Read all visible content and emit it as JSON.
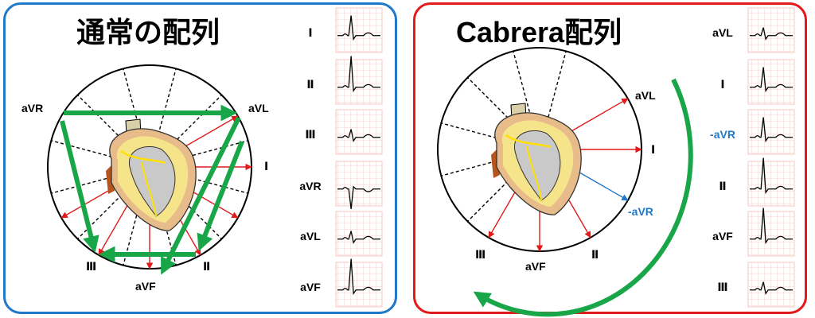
{
  "colors": {
    "left_border": "#1f78c8",
    "right_border": "#e21a1a",
    "green_arrow": "#18a648",
    "red_vector": "#e21a1a",
    "blue_vector": "#1f78c8",
    "ecg_grid": "#f4c7c0"
  },
  "left": {
    "title": "通常の配列",
    "circle_labels": {
      "aVR": "aVR",
      "aVL": "aVL",
      "I": "Ⅰ",
      "III": "Ⅲ",
      "aVF": "aVF",
      "II": "Ⅱ"
    },
    "ecg_strip": [
      {
        "label": "Ⅰ",
        "shape": "pos"
      },
      {
        "label": "Ⅱ",
        "shape": "tall"
      },
      {
        "label": "Ⅲ",
        "shape": "small"
      },
      {
        "label": "aVR",
        "shape": "neg"
      },
      {
        "label": "aVL",
        "shape": "small"
      },
      {
        "label": "aVF",
        "shape": "tall"
      }
    ]
  },
  "right": {
    "title": "Cabrera配列",
    "circle_labels": {
      "aVL": "aVL",
      "I": "Ⅰ",
      "minus_aVR": "-aVR",
      "III": "Ⅲ",
      "aVF": "aVF",
      "II": "Ⅱ"
    },
    "ecg_strip": [
      {
        "label": "aVL",
        "shape": "small",
        "color": "#000"
      },
      {
        "label": "Ⅰ",
        "shape": "pos",
        "color": "#000"
      },
      {
        "label": "-aVR",
        "shape": "pos",
        "color": "#1f78c8"
      },
      {
        "label": "Ⅱ",
        "shape": "tall",
        "color": "#000"
      },
      {
        "label": "aVF",
        "shape": "tall",
        "color": "#000"
      },
      {
        "label": "Ⅲ",
        "shape": "small",
        "color": "#000"
      }
    ]
  }
}
